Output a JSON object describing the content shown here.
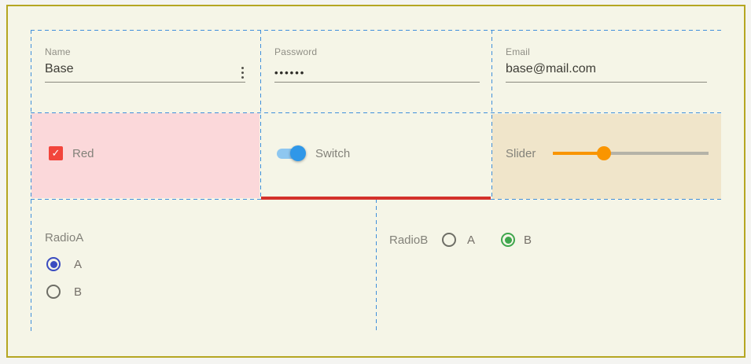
{
  "theme": {
    "page_bg": "#f5f5e7",
    "outer_bg": "#f4f4f1",
    "page_border_color": "#b5a622",
    "grid_overlay_color": "#3f8fdb",
    "label_color": "#8f8e85",
    "value_color": "#3e3d36",
    "checkbox_panel_bg": "#fbd8da",
    "slider_panel_bg": "#f0e5ca",
    "checkbox_color": "#f2453c",
    "error_underline_color": "#d3312b",
    "switch_track_color": "#8ec7f0",
    "switch_thumb_color": "#2f97e8",
    "slider_active_color": "#f99500",
    "slider_rail_color": "#b5b3a8",
    "radio_selected_blue": "#3a4cc0",
    "radio_selected_green": "#3fa64d",
    "radio_unselected": "#6e6e66"
  },
  "fields": {
    "name": {
      "label": "Name",
      "value": "Base"
    },
    "password": {
      "label": "Password",
      "value": "••••••"
    },
    "email": {
      "label": "Email",
      "value": "base@mail.com"
    }
  },
  "checkbox": {
    "label": "Red",
    "checked": true,
    "checkmark": "✓"
  },
  "switch": {
    "label": "Switch",
    "on": true
  },
  "slider": {
    "label": "Slider",
    "value_percent": 33
  },
  "radio_a": {
    "label": "RadioA",
    "options": [
      "A",
      "B"
    ],
    "selected": "A"
  },
  "radio_b": {
    "label": "RadioB",
    "options": [
      "A",
      "B"
    ],
    "selected": "B"
  },
  "icons": {
    "kebab": "kebab-menu-icon"
  }
}
